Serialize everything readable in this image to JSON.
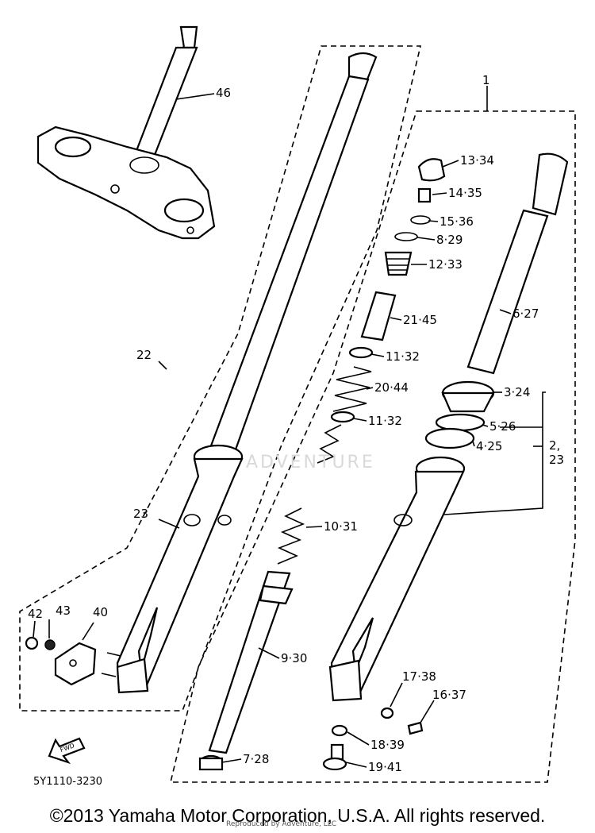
{
  "diagram": {
    "labels": {
      "l1": "1",
      "l46": "46",
      "l22": "22",
      "l23a": "23",
      "l40": "40",
      "l42": "42",
      "l43": "43",
      "l13_34": "13·34",
      "l14_35": "14·35",
      "l15_36": "15·36",
      "l8_29": "8·29",
      "l12_33": "12·33",
      "l21_45": "21·45",
      "l11_32a": "11·32",
      "l20_44": "20·44",
      "l11_32b": "11·32",
      "l10_31": "10·31",
      "l9_30": "9·30",
      "l7_28": "7·28",
      "l6_27": "6·27",
      "l3_24": "3·24",
      "l5_26": "5·26",
      "l4_25": "4·25",
      "l2": "2,",
      "l23b": "23",
      "l17_38": "17·38",
      "l16_37": "16·37",
      "l18_39": "18·39",
      "l19_41": "19·41",
      "diagram_code": "5Y1110-3230",
      "fwd": "FWD"
    },
    "watermark": "ADVENTURE"
  },
  "footer": {
    "copyright": "©2013 Yamaha Motor Corporation, U.S.A. All rights reserved.",
    "sub": "Reproduced by Adventure, LLC"
  }
}
